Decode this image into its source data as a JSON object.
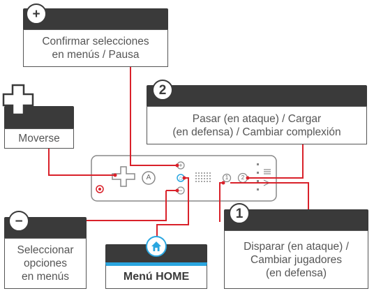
{
  "labels": {
    "plus": {
      "badge": "+",
      "lines": [
        "Confirmar selecciones",
        "en menús / Pausa"
      ]
    },
    "two": {
      "badge": "2",
      "lines": [
        "Pasar (en ataque) / Cargar",
        "(en defensa) / Cambiar complexión"
      ]
    },
    "dpad": {
      "lines": [
        "Moverse"
      ]
    },
    "minus": {
      "badge": "−",
      "lines": [
        "Seleccionar",
        "opciones",
        "en menús"
      ]
    },
    "home": {
      "text": "Menú HOME"
    },
    "one": {
      "badge": "1",
      "lines": [
        "Disparar (en ataque) /",
        "Cambiar jugadores",
        "(en defensa)"
      ]
    }
  },
  "controller": {
    "button_glyphs": {
      "a": "A",
      "plus": "+",
      "home": "⌂",
      "minus": "−",
      "one": "1",
      "two": "2"
    }
  },
  "colors": {
    "connector": "#d9212a",
    "tab": "#3a3a3a",
    "home_accent": "#2aa6e0",
    "controller_outline": "#888888"
  }
}
